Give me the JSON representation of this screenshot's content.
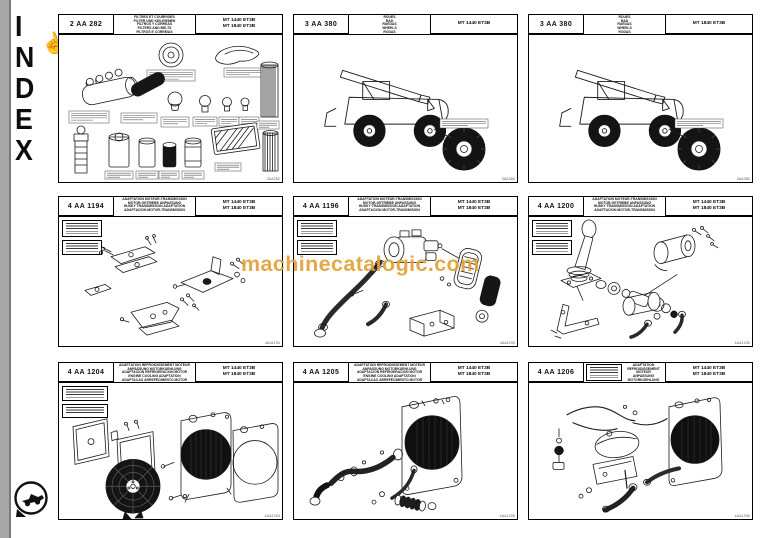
{
  "page": {
    "watermark_text": "machinecatalogic.com",
    "watermark_color": "#e2a23a"
  },
  "icons": {
    "hand_cursor": "☝"
  },
  "sidebar": {
    "letters": [
      "I",
      "N",
      "D",
      "E",
      "X"
    ]
  },
  "panels": [
    {
      "code": "2 AA 282",
      "title_lines": [
        "FILTRES ET COURROIES",
        "FILTER UND KEILRIEMEN",
        "FILTROS Y CORREAS",
        "FILTERS AND BELTS",
        "FILTROS E CORREIAS"
      ],
      "models": [
        "MT 1440 ET3B",
        "MT 1840 ET3B"
      ],
      "ref": "2AA282"
    },
    {
      "code": "3 AA 380",
      "title_lines": [
        "ROUES",
        "RAD",
        "RUEDAS",
        "WHEELS",
        "RODAS"
      ],
      "models": [
        "MT 1440 ET3B"
      ],
      "ref": "3AA380"
    },
    {
      "code": "3 AA 380",
      "title_lines": [
        "ROUES",
        "RAD",
        "RUEDAS",
        "WHEELS",
        "RODAS"
      ],
      "models": [
        "MT 1840 ET3B"
      ],
      "ref": "3AA380"
    },
    {
      "code": "4 AA 1194",
      "title_lines": [
        "ADAPTATION MOTEUR-TRANSMISSION",
        "MOTOR-GETRIEBE ANPASSUNG",
        "HUSKY TRANSMISSION ADAPTATION",
        "ADAPTACION MOTOR-TRANSMISION"
      ],
      "models": [
        "MT 1440 ET3B",
        "MT 1840 ET3B"
      ],
      "ref": "4AA1194"
    },
    {
      "code": "4 AA 1196",
      "title_lines": [
        "ADAPTATION MOTEUR-TRANSMISSION",
        "MOTOR-GETRIEBE ANPASSUNG",
        "HUSKY TRANSMISSION ADAPTATION",
        "ADAPTACION MOTOR-TRANSMISION"
      ],
      "models": [
        "MT 1440 ET3B",
        "MT 1840 ET3B"
      ],
      "ref": "4AA1196"
    },
    {
      "code": "4 AA 1200",
      "title_lines": [
        "ADAPTATION MOTEUR-TRANSMISSION",
        "MOTOR-GETRIEBE ANPASSUNG",
        "HUSKY TRANSMISSION ADAPTATION",
        "ADAPTACION MOTOR-TRANSMISION"
      ],
      "models": [
        "MT 1440 ET3B",
        "MT 1840 ET3B"
      ],
      "ref": "4AA1200"
    },
    {
      "code": "4 AA 1204",
      "title_lines": [
        "ADAPTATION REFROIDISSEMENT MOTEUR",
        "ANPASSUNG MOTORKUEHLUNG",
        "ADAPTACION REFRIGERACION MOTOR",
        "ENGINE COOLING ADAPTATION",
        "ADAPTACAO ARREFECIMENTO MOTOR"
      ],
      "models": [
        "MT 1440 ET3B",
        "MT 1840 ET3B"
      ],
      "ref": "4AA1204"
    },
    {
      "code": "4 AA 1205",
      "title_lines": [
        "ADAPTATION REFROIDISSEMENT MOTEUR",
        "ANPASSUNG MOTORKUEHLUNG",
        "ADAPTACION REFRIGERACION MOTOR",
        "ENGINE COOLING ADAPTATION",
        "ADAPTACAO ARREFECIMENTO MOTOR"
      ],
      "models": [
        "MT 1440 ET3B",
        "MT 1840 ET3B"
      ],
      "ref": "4AA1205"
    },
    {
      "code": "4 AA 1206",
      "title_lines": [
        "ADAPTATION REFROIDISSEMENT MOTEUR",
        "ANPASSUNG MOTORKUEHLUNG",
        "ADAPTACION REFRIGERACION MOTOR",
        "ENGINE COOLING ADAPTATION",
        "ADAPTACAO ARREFECIMENTO MOTOR"
      ],
      "models": [
        "MT 1440 ET3B",
        "MT 1840 ET3B"
      ],
      "ref": "4AA1206"
    }
  ]
}
